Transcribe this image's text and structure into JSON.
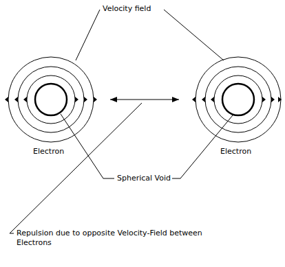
{
  "diagram": {
    "labels": [
      "Velocity field",
      "Electron",
      "Electron",
      "Spherical Void",
      "Repulsion due to opposite Velocity-Field between Electrons"
    ]
  }
}
